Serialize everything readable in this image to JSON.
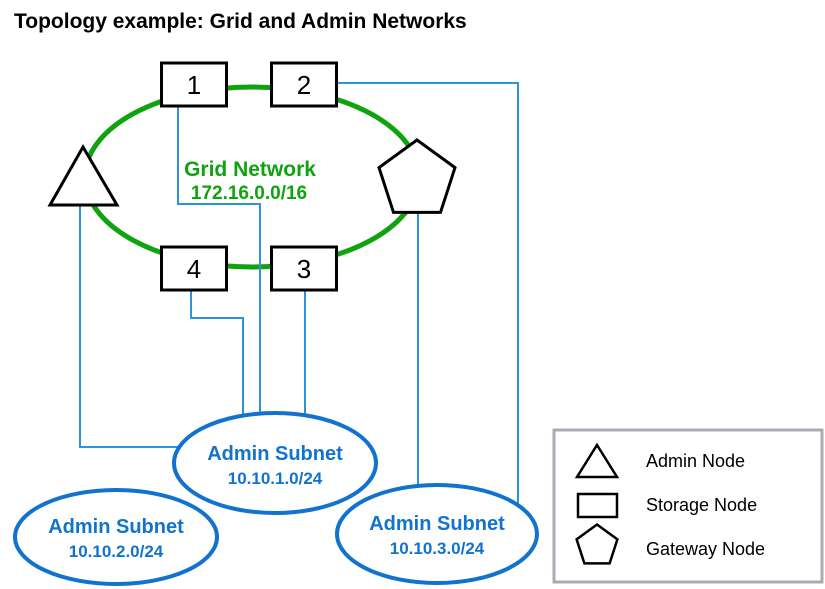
{
  "title": "Topology example: Grid and Admin Networks",
  "colors": {
    "grid_green": "#0fa30f",
    "line_blue": "#2e93d8",
    "subnet_blue": "#1173cd",
    "legend_border": "#a8aab4"
  },
  "grid_network": {
    "label": "Grid Network",
    "cidr": "172.16.0.0/16"
  },
  "storage_nodes": [
    {
      "id": "1"
    },
    {
      "id": "2"
    },
    {
      "id": "3"
    },
    {
      "id": "4"
    }
  ],
  "admin_subnets": [
    {
      "label": "Admin Subnet",
      "cidr": "10.10.1.0/24"
    },
    {
      "label": "Admin Subnet",
      "cidr": "10.10.2.0/24"
    },
    {
      "label": "Admin Subnet",
      "cidr": "10.10.3.0/24"
    }
  ],
  "legend": {
    "items": [
      {
        "icon": "triangle-icon",
        "label": "Admin Node"
      },
      {
        "icon": "square-icon",
        "label": "Storage Node"
      },
      {
        "icon": "pentagon-icon",
        "label": "Gateway Node"
      }
    ]
  }
}
